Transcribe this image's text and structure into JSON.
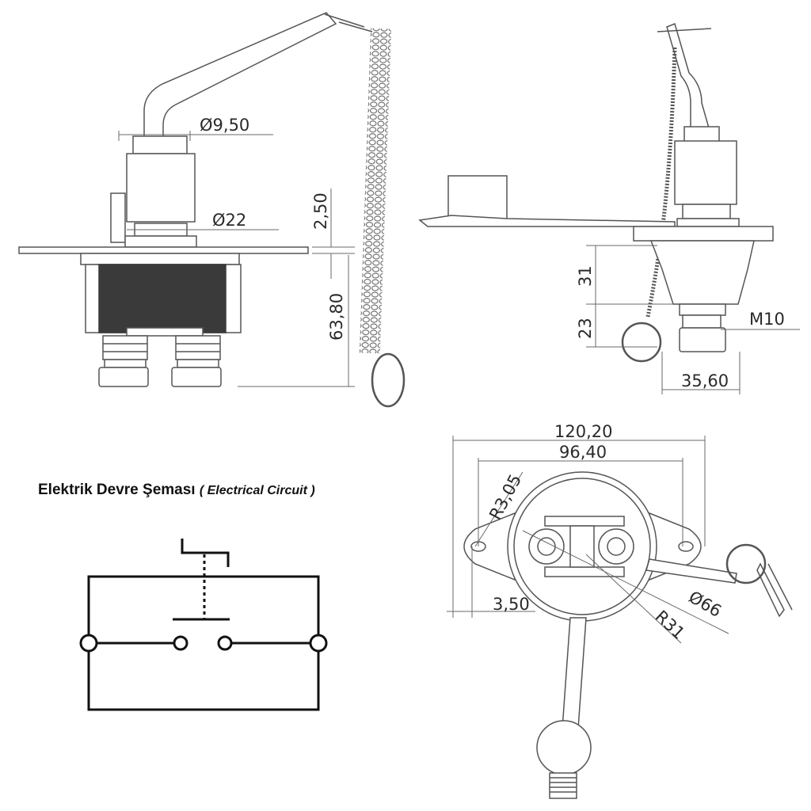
{
  "circuit": {
    "title": "Elektrik Devre Şeması",
    "subtitle": "( Electrical Circuit )"
  },
  "front_view": {
    "dim_shaft_diameter": "Ø9,50",
    "dim_body_diameter": "Ø22",
    "dim_flange_thickness": "2,50",
    "dim_height": "63,80"
  },
  "side_view": {
    "dim_body_height": "31",
    "dim_terminal_height": "23",
    "dim_thread": "M10",
    "dim_width": "35,60"
  },
  "top_view": {
    "dim_overall_length": "120,20",
    "dim_hole_spacing": "96,40",
    "dim_hole_radius": "R3,05",
    "dim_hole_offset": "3,50",
    "dim_body_diameter": "Ø66",
    "dim_body_radius": "R31"
  },
  "colors": {
    "line": "#555555",
    "dim_line": "#6a6a6a",
    "circuit": "#111111"
  }
}
